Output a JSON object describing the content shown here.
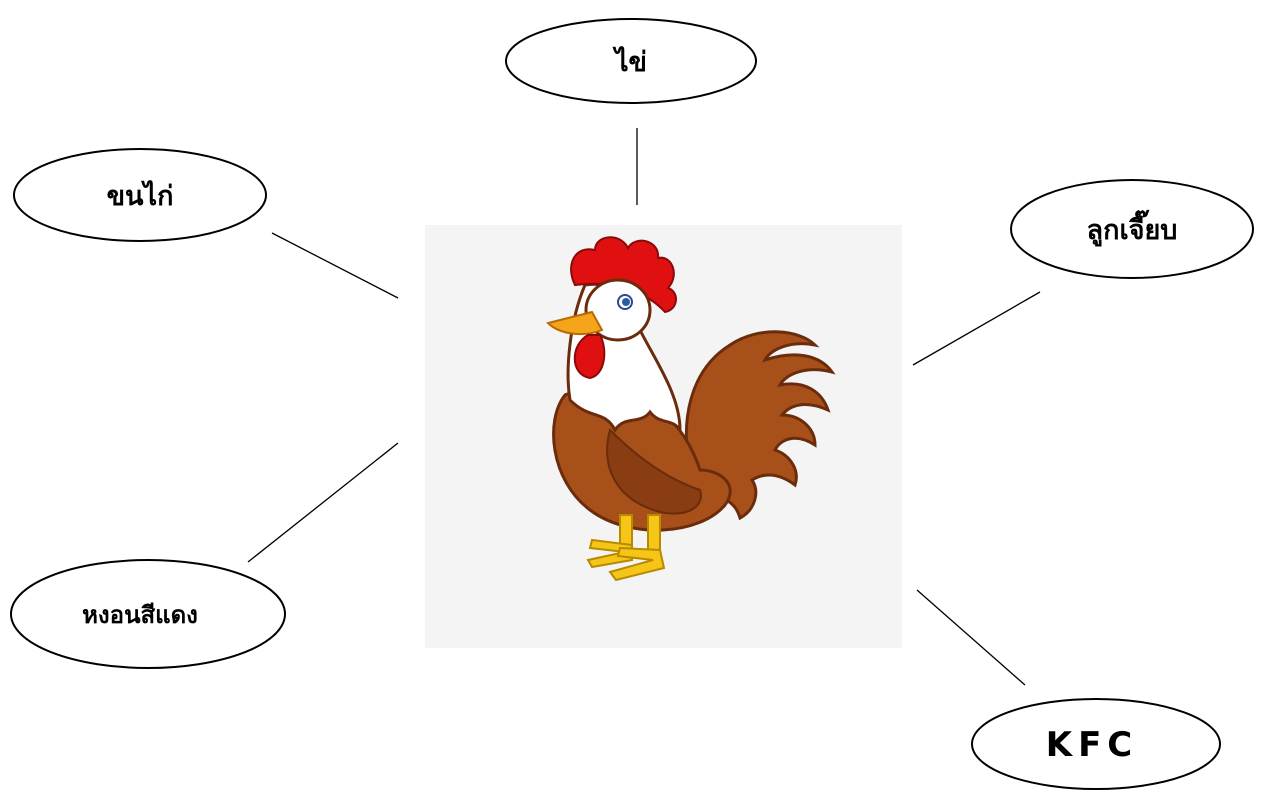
{
  "diagram": {
    "center": {
      "image": "rooster-illustration",
      "colors": {
        "panel": "#f4f4f4",
        "body": "#a8501a",
        "body_dark": "#7a3410",
        "comb": "#e01010",
        "beak": "#f5a51a",
        "legs": "#f5c518",
        "neck": "#ffffff"
      }
    },
    "nodes": {
      "egg": {
        "label": "ไข่"
      },
      "feather": {
        "label": "ขนไก่"
      },
      "chick": {
        "label": "ลูกเจี๊ยบ"
      },
      "red_comb": {
        "label": "หงอนสีแดง"
      },
      "kfc": {
        "label": "KFC"
      }
    }
  }
}
